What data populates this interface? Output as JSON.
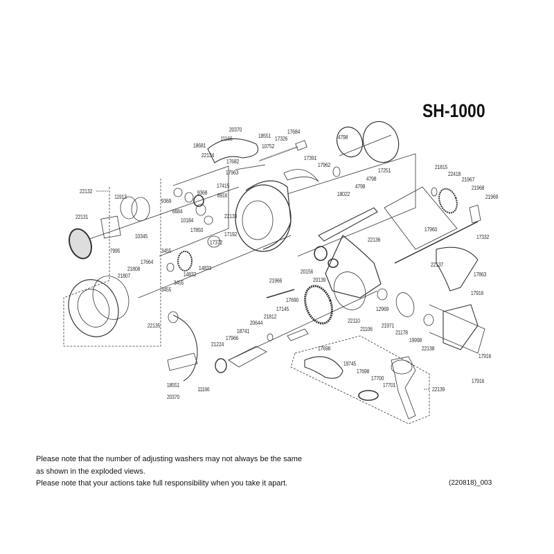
{
  "title": "SH-1000",
  "part_labels": [
    "20370",
    "18551",
    "17684",
    "18681",
    "11166",
    "17326",
    "10752",
    "22134",
    "17682",
    "17391",
    "17962",
    "17963",
    "4798",
    "4798",
    "4798",
    "17251",
    "18022",
    "17415",
    "8916",
    "9369",
    "9368",
    "6684",
    "10184",
    "17850",
    "22133",
    "22132",
    "11913",
    "22131",
    "10345",
    "7995",
    "3455",
    "17664",
    "21808",
    "21807",
    "17192",
    "17372",
    "14833",
    "14832",
    "3455",
    "3455",
    "22135",
    "21815",
    "22418",
    "21967",
    "21968",
    "21969",
    "22136",
    "17960",
    "17332",
    "20156",
    "20139",
    "22137",
    "17863",
    "21966",
    "17690",
    "17145",
    "21812",
    "20644",
    "18741",
    "17966",
    "21224",
    "12969",
    "22110",
    "21106",
    "21971",
    "21178",
    "19998",
    "22138",
    "17916",
    "17916",
    "17916",
    "17698",
    "19745",
    "17698",
    "17700",
    "17701",
    "22139",
    "18551",
    "11166",
    "20370"
  ],
  "notes": [
    "Please note that the number of adjusting washers may not always be the same",
    "as shown in the exploded views.",
    "Please note that your actions take full responsibility when you take it apart."
  ],
  "doc_code": "(220818)_003"
}
